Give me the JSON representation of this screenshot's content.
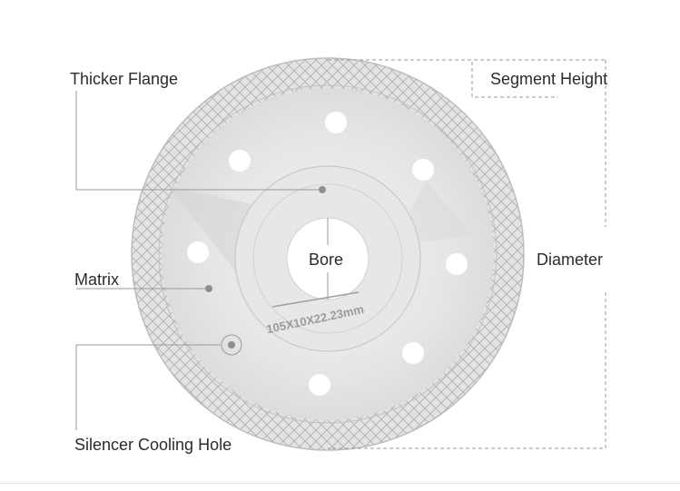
{
  "labels": {
    "thicker_flange": "Thicker Flange",
    "segment_height": "Segment Height",
    "bore": "Bore",
    "diameter": "Diameter",
    "matrix": "Matrix",
    "silencer_cooling_hole": "Silencer Cooling Hole"
  },
  "blade_marking": "105X10X22.23mm",
  "colors": {
    "background": "#ffffff",
    "blade": "#e9e9e9",
    "line": "#9a9a9a",
    "dot": "#8e8e8e",
    "text": "#2b2b2b"
  }
}
